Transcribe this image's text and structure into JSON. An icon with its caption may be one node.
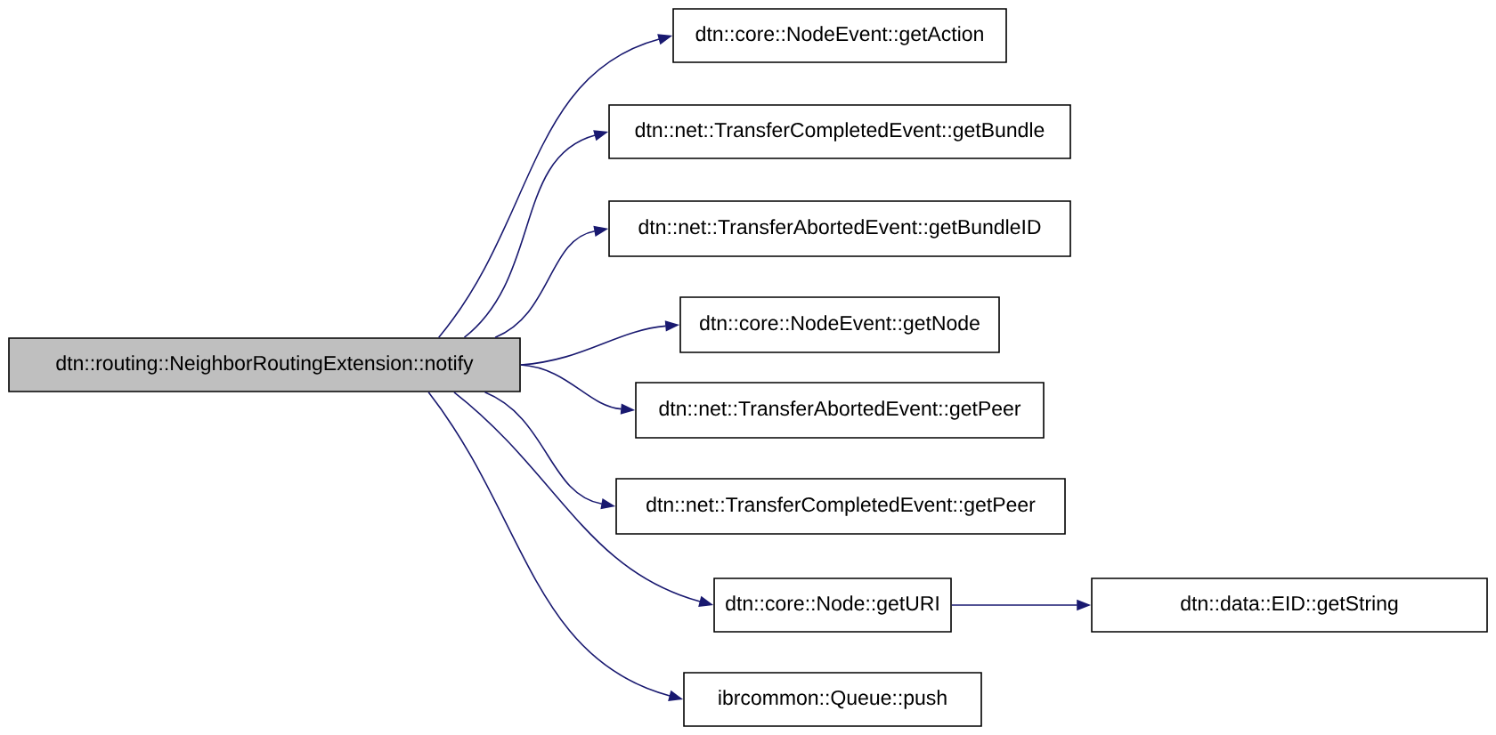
{
  "diagram": {
    "nodes": [
      {
        "text": [
          "dtn::routing::NeighborRoutingExtension::notify"
        ]
      },
      {
        "text": [
          "dtn::core::NodeEvent::getAction"
        ]
      },
      {
        "text": [
          "dtn::net::TransferCompletedEvent::getBundle"
        ]
      },
      {
        "text": [
          "dtn::net::TransferAbortedEvent::getBundleID"
        ]
      },
      {
        "text": [
          "dtn::core::NodeEvent::getNode"
        ]
      },
      {
        "text": [
          "dtn::net::TransferAbortedEvent::getPeer"
        ]
      },
      {
        "text": [
          "dtn::net::TransferCompletedEvent::getPeer"
        ]
      },
      {
        "text": [
          "dtn::core::Node::getURI"
        ]
      },
      {
        "text": [
          "dtn::data::EID::getString"
        ]
      },
      {
        "text": [
          "ibrcommon::Queue::push"
        ]
      }
    ],
    "edges": [
      {
        "from": 0,
        "to": 1,
        "arrow": "to"
      },
      {
        "from": 0,
        "to": 2,
        "arrow": "to"
      },
      {
        "from": 0,
        "to": 3,
        "arrow": "to"
      },
      {
        "from": 0,
        "to": 4,
        "arrow": "to"
      },
      {
        "from": 0,
        "to": 5,
        "arrow": "to"
      },
      {
        "from": 0,
        "to": 6,
        "arrow": "to"
      },
      {
        "from": 0,
        "to": 7,
        "arrow": "to"
      },
      {
        "from": 7,
        "to": 8,
        "arrow": "to"
      },
      {
        "from": 0,
        "to": 9,
        "arrow": "to"
      }
    ]
  }
}
